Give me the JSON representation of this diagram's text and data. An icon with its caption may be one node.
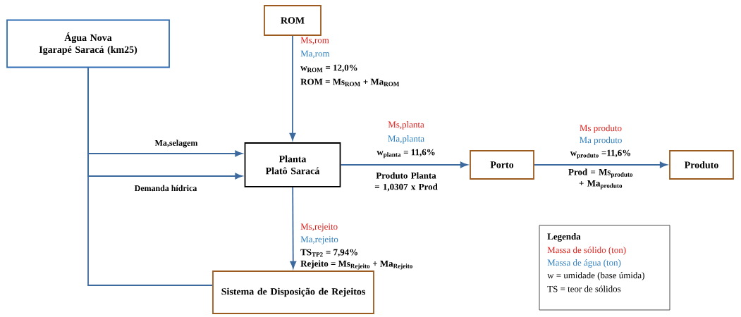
{
  "diagram": {
    "nodes": [
      {
        "text": [
          "Água Nova",
          "Igarapé Saracá (km25)"
        ]
      },
      {
        "text": [
          "ROM"
        ]
      },
      {
        "text": [
          "Planta",
          "Platô Saracá"
        ]
      },
      {
        "text": [
          "Porto"
        ]
      },
      {
        "text": [
          "Produto"
        ]
      },
      {
        "text": [
          "Sistema de Disposição de Rejeitos"
        ]
      }
    ],
    "edges": [
      {
        "from": 0,
        "to": 2,
        "arrow": "to",
        "label": "Ma,selagem"
      },
      {
        "from": 0,
        "to": 2,
        "arrow": "to",
        "label": "Demanda hídrica"
      },
      {
        "from": 0,
        "to": 5,
        "arrow": "none"
      },
      {
        "from": 1,
        "to": 2,
        "arrow": "to"
      },
      {
        "from": 2,
        "to": 3,
        "arrow": "to"
      },
      {
        "from": 3,
        "to": 4,
        "arrow": "to"
      },
      {
        "from": 2,
        "to": 5,
        "arrow": "to"
      }
    ],
    "labels": [
      "Ms,rom",
      "Ma,rom",
      "w$_{ROM}$ = 12,0%",
      "ROM = Ms$_{ROM}$ + Ma$_{ROM}$",
      "Ms,planta",
      "Ma,planta",
      "w$_{planta}$ = 11,6%",
      "Produto Planta = 1,0307 x Prod",
      "Ms produto",
      "Ma produto",
      "w$_{produto}$ =11,6%",
      "Prod = Ms$_{produto}$ + Ma$_{produto}$",
      "Ms,rejeito",
      "Ma,rejeito",
      "TS$_{TP2}$ = 7,94%",
      "Rejeito = Ms$_{Rejeito}$ + Ma$_{Rejeito}$",
      "Legenda"
    ],
    "legend": [
      {
        "text": "Massa de sólido (ton)",
        "color": "#e0201c"
      },
      {
        "text": "Massa de água (ton)",
        "color": "#2e7fc0"
      },
      {
        "text": "w = umidade (base úmida)"
      },
      {
        "text": "TS = teor de sólidos"
      }
    ]
  }
}
